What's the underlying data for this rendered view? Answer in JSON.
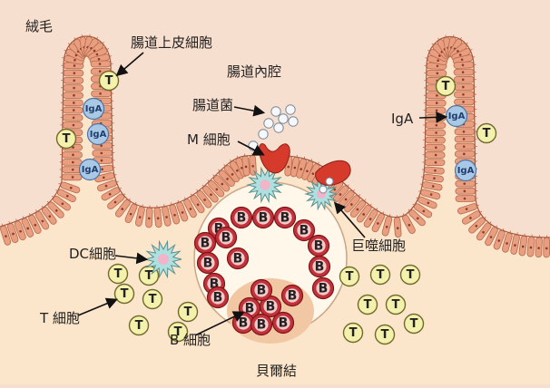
{
  "labels": {
    "villus": "絨毛",
    "epithelium": "腸道上皮細胞",
    "lumen": "腸道內腔",
    "bacteria": "腸道菌",
    "m_cell": "M 細胞",
    "igA": "IgA",
    "macrophage": "巨噬細胞",
    "dc_cell": "DC細胞",
    "t_cell": "T 細胞",
    "b_cell": "B 細胞",
    "peyers_patch": "貝爾結"
  },
  "cell_letters": {
    "t": "T",
    "b": "B",
    "iga": "IgA"
  },
  "colors": {
    "background": "#f7dfcf",
    "tissue": "#fbe5cb",
    "epithelial_cell": "#e89e7f",
    "epithelial_outline": "#b86a4e",
    "t_cell": "#f4f1ad",
    "b_cell": "#c1323a",
    "iga": "#a9c8e6",
    "m_cell": "#d63a2b",
    "macrophage": "#aee0df",
    "patch_bg": "#fff8ea",
    "germinal_center": "#f2c7a3"
  }
}
